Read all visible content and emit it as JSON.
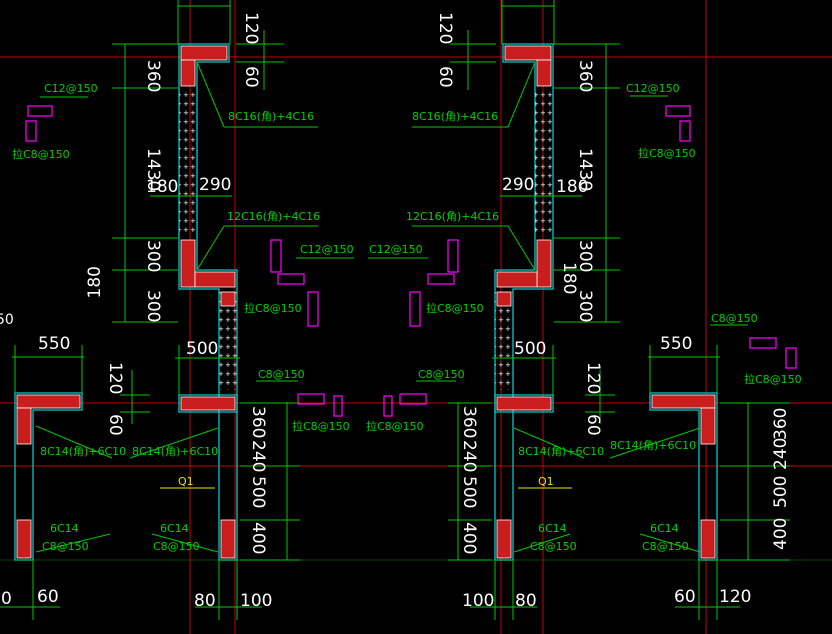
{
  "drawing": {
    "colors": {
      "background": "#000000",
      "axis": "#c80000",
      "dimension": "#00c800",
      "dimension_text": "#ffffff",
      "wall_outline": "#00c8c8",
      "rebar": "#ff0000",
      "detail": "#ff00ff",
      "annotation": "#00d200",
      "tag": "#e8e800"
    },
    "dimensions": {
      "d120_tl": "120",
      "d60_tl": "60",
      "d120_tr": "120",
      "d60_tr": "60",
      "d360_l": "360",
      "d1430_l": "1430",
      "d180_l": "180",
      "d290_l": "290",
      "d300a_l": "300",
      "d180b_l": "180",
      "d300b_l": "300",
      "d360_r": "360",
      "d1430_r": "1430",
      "d290_r": "290",
      "d180_r": "180",
      "d300a_r": "300",
      "d180b_r": "180",
      "d300b_r": "300",
      "d50_edge": "50",
      "d550_l": "550",
      "d120_ml": "120",
      "d60_ml": "60",
      "d500_l": "500",
      "d360_cl": "360",
      "d240_cl": "240",
      "d500_cl": "500",
      "d400_cl": "400",
      "d360_cr": "360",
      "d240_cr": "240",
      "d500_cr": "500",
      "d400_cr": "400",
      "d500_r": "500",
      "d120_mr": "120",
      "d60_mr": "60",
      "d550_r": "550",
      "d240_rr": "240",
      "d360_rr": "360",
      "d500_rr": "500",
      "d400_rr": "400",
      "d0_bl": "0",
      "d60_bl": "60",
      "d80_bl": "80",
      "d100_bl": "100",
      "d100_br": "100",
      "d80_br": "80",
      "d60_br": "60",
      "d120_br": "120"
    },
    "annotations": {
      "rebar_upper_l": "8C16(角)+4C16",
      "rebar_upper_r": "8C16(角)+4C16",
      "rebar_mid_l": "12C16(角)+4C16",
      "rebar_mid_r": "12C16(角)+4C16",
      "tie_c12_l": "C12@150",
      "tie_c12_cl": "C12@150",
      "tie_c12_cr": "C12@150",
      "tie_c12_r": "C12@150",
      "hook_c8_l": "拉C8@150",
      "hook_c8_cl": "拉C8@150",
      "hook_c8_cr": "拉C8@150",
      "hook_c8_r": "拉C8@150",
      "tie_c8_cl": "C8@150",
      "tie_c8_cr": "C8@150",
      "tie_c8_r": "C8@150",
      "hook_c8_low_cl": "拉C8@150",
      "hook_c8_low_cr": "拉C8@150",
      "hook_c8_low_r": "拉C8@150",
      "bar_low_l1": "8C14(角)+6C10",
      "bar_low_l2": "8C14(角)+6C10",
      "bar_low_r1": "8C14(角)+6C10",
      "bar_low_r2": "8C14(角)+6C10",
      "col_bars_l1": "6C14",
      "col_ties_l1": "C8@150",
      "col_bars_l2": "6C14",
      "col_ties_l2": "C8@150",
      "col_bars_r1": "6C14",
      "col_ties_r1": "C8@150",
      "col_bars_r2": "6C14",
      "col_ties_r2": "C8@150",
      "wall_tag_l": "Q1",
      "wall_tag_r": "Q1"
    }
  }
}
